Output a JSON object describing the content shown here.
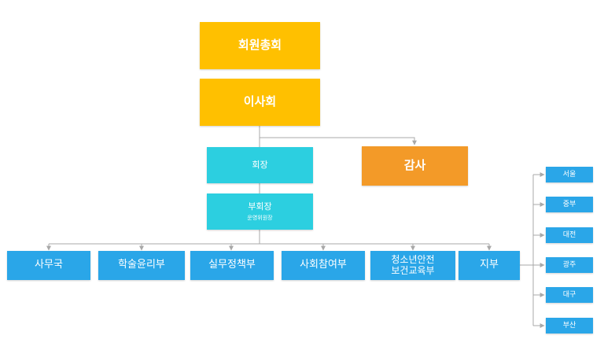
{
  "colors": {
    "gold": "#ffc000",
    "cyan": "#2ccfe0",
    "orange": "#f39a28",
    "blue": "#2aa6e8",
    "connector": "#a8a8a8"
  },
  "nodes": {
    "general_assembly": "회원총회",
    "board": "이사회",
    "auditor": "감사",
    "president": "회장",
    "vice_president": "부회장",
    "vice_president_sub": "운영위원장",
    "departments": [
      "사무국",
      "학술윤리부",
      "실무정책부",
      "사회참여부",
      "청소년안전",
      "보건교육부",
      "지부"
    ],
    "branches": [
      "서울",
      "중부",
      "대전",
      "광주",
      "대구",
      "부산"
    ]
  }
}
